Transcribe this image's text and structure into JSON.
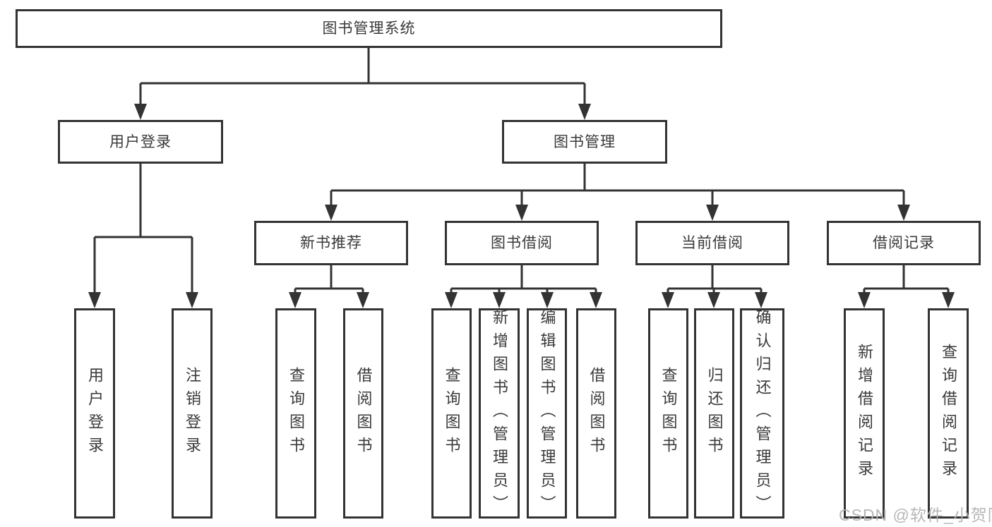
{
  "diagram": {
    "title": "图书管理系统",
    "type": "hierarchy-tree",
    "tree": {
      "label": "图书管理系统",
      "children": [
        {
          "label": "用户登录",
          "children": [
            {
              "label": "用户登录"
            },
            {
              "label": "注销登录"
            }
          ]
        },
        {
          "label": "图书管理",
          "children": [
            {
              "label": "新书推荐",
              "children": [
                {
                  "label": "查询图书"
                },
                {
                  "label": "借阅图书"
                }
              ]
            },
            {
              "label": "图书借阅",
              "children": [
                {
                  "label": "查询图书"
                },
                {
                  "label": "新增图书（管理员）"
                },
                {
                  "label": "编辑图书（管理员）"
                },
                {
                  "label": "借阅图书"
                }
              ]
            },
            {
              "label": "当前借阅",
              "children": [
                {
                  "label": "查询图书"
                },
                {
                  "label": "归还图书"
                },
                {
                  "label": "确认归还（管理员）"
                }
              ]
            },
            {
              "label": "借阅记录",
              "children": [
                {
                  "label": "新增借阅记录"
                },
                {
                  "label": "查询借阅记录"
                }
              ]
            }
          ]
        }
      ]
    }
  },
  "watermark": {
    "text": "CSDN @软件_小贺同学",
    "color": "#b3b3b3"
  },
  "colors": {
    "line": "#333333",
    "text": "#3a3a3a",
    "background": "#ffffff"
  }
}
